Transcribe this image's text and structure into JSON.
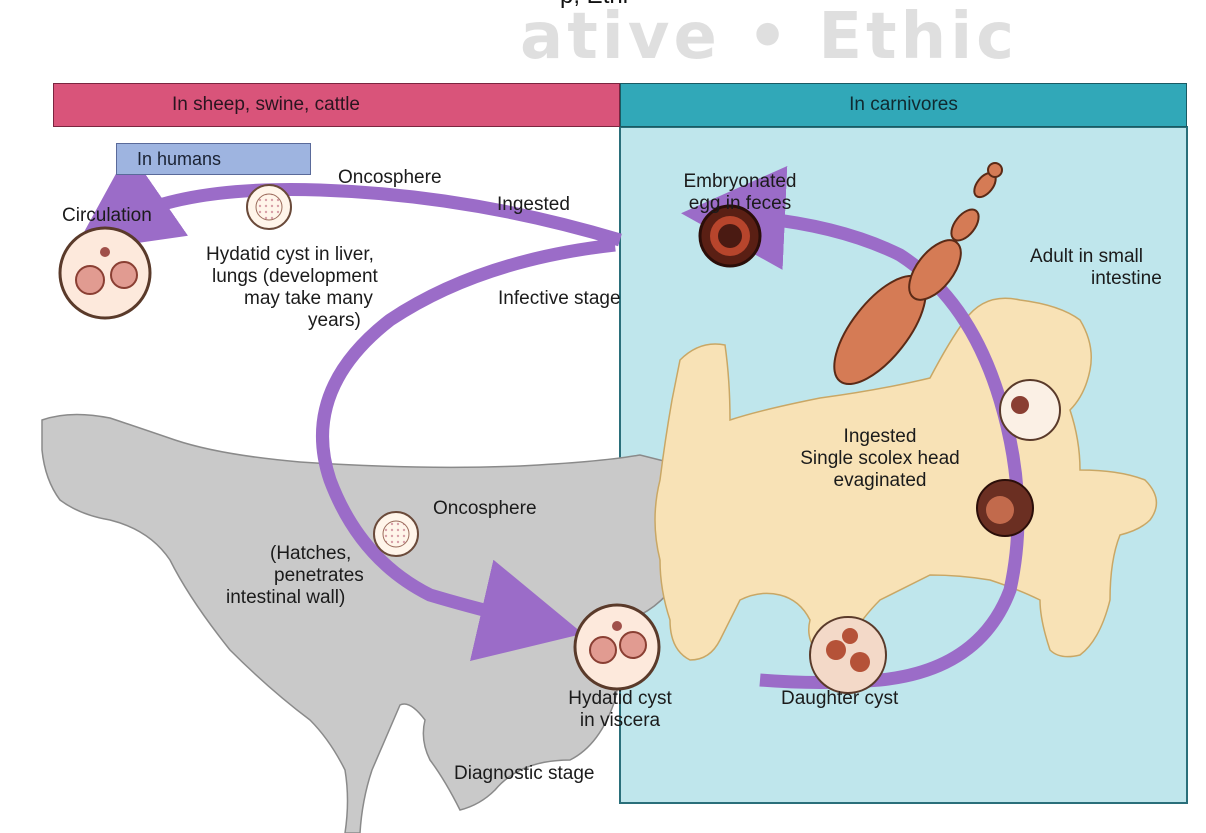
{
  "page": {
    "top_text": "p, Ethi",
    "watermark": "ative • Ethic"
  },
  "headers": {
    "left": "In sheep, swine, cattle",
    "right": "In carnivores"
  },
  "human_tag": "In humans",
  "labels": {
    "oncosphere_top": "Oncosphere",
    "circulation": "Circulation",
    "ingested_top": "Ingested",
    "embryonated_egg_line1": "Embryonated",
    "embryonated_egg_line2": "egg in feces",
    "adult_line1": "Adult in small",
    "adult_line2": "intestine",
    "hydatid_liver_line1": "Hydatid cyst in liver,",
    "hydatid_liver_line2": "lungs (development",
    "hydatid_liver_line3": "may take many",
    "hydatid_liver_line4": "years)",
    "infective_stage": "Infective stage",
    "ingested_mid": "Ingested",
    "scolex_line1": "Single scolex head",
    "scolex_line2": "evaginated",
    "oncosphere_mid": "Oncosphere",
    "hatches_line1": "(Hatches,",
    "hatches_line2": "penetrates",
    "hatches_line3": "intestinal wall)",
    "hydatid_viscera_line1": "Hydatid cyst",
    "hydatid_viscera_line2": "in viscera",
    "daughter_cyst": "Daughter cyst",
    "diagnostic_stage": "Diagnostic stage"
  },
  "colors": {
    "sheep_panel": "#d9547a",
    "carnivore_panel": "#31a8b8",
    "carnivore_bg": "#bfe6ec",
    "human_tag": "#9eb4e0",
    "arrow": "#9b6cc8",
    "sheep_silhouette": "#c9c9c9",
    "dog_silhouette": "#f8e2b6"
  }
}
